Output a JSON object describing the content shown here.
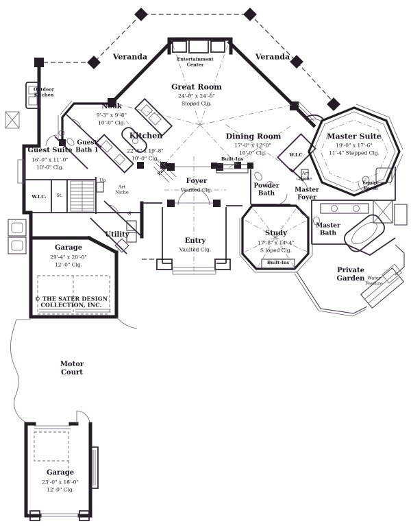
{
  "plan": {
    "copyright": "© THE SATER DESIGN\nCOLLECTION, INC.",
    "colors": {
      "wall": "#241d26",
      "background": "#fefefe",
      "dashed": "#3a3a3a"
    }
  },
  "labels": {
    "veranda_left": "Veranda",
    "veranda_right": "Veranda",
    "entertainment_center": "Entertainment\nCenter",
    "great_room_name": "Great Room",
    "great_room_dims": "24'-0\" x 24'-0\"",
    "great_room_clg": "Sloped Clg.",
    "nook_name": "Nook",
    "nook_dims": "9'-3\" x 9'-8\"",
    "nook_clg": "10'-0\" Clg.",
    "outdoor_kitchen": "Outdoor\nKitchen",
    "kitchen_name": "Kitchen",
    "kitchen_dims": "22'-6\" x 19'-8\"",
    "kitchen_clg": "10'-0\" Clg.",
    "pantry": "Pantry",
    "guest_bath": "Guest\nBath 1",
    "guest_suite_name": "Guest Suite",
    "guest_suite_dims": "16'-0\" x 11'-0\"",
    "guest_suite_clg": "10'-0\" Clg.",
    "wic_guest": "W.I.C.",
    "st_closet": "St.",
    "st_small": "St.",
    "up": "Up",
    "art_niche_left": "Art\nNiche",
    "art_niche_right": "Art\nNiche",
    "dining_name": "Dining Room",
    "dining_dims": "17'-0\" x 12'-0\"",
    "dining_clg": "10'-0\" Clg.",
    "built_ins_dining": "Built-Ins",
    "built_ins_study": "Built-Ins",
    "powder_bath": "Powder\nBath",
    "master_foyer": "Master\nFoyer",
    "wic_master": "W.I.C.",
    "master_suite_name": "Master Suite",
    "master_suite_dims": "19'-0\" x 17'-6\"",
    "master_suite_clg": "11'-4\" Stepped Clg.",
    "equip_room": "Equip.\nRoom",
    "master_bath": "Master\nBath",
    "study_name": "Study",
    "study_dims": "17'-8\" x 14'-4\"",
    "study_clg": "S loped Clg.",
    "private_garden": "Private\nGarden",
    "water_feature": "Water\nFeature",
    "foyer_name": "Foyer",
    "foyer_clg": "Vaulted Clg.",
    "entry_name": "Entry",
    "entry_clg": "Vaulted Clg.",
    "utility": "Utility",
    "garage_main_name": "Garage",
    "garage_main_dims": "29'-4\" x 20'-0\"",
    "garage_main_clg": "12'-0\" Clg.",
    "motor_court": "Motor\nCourt",
    "garage2_name": "Garage",
    "garage2_dims": "23'-0\" x 16'-0\"",
    "garage2_clg": "12'-0\" Clg."
  }
}
